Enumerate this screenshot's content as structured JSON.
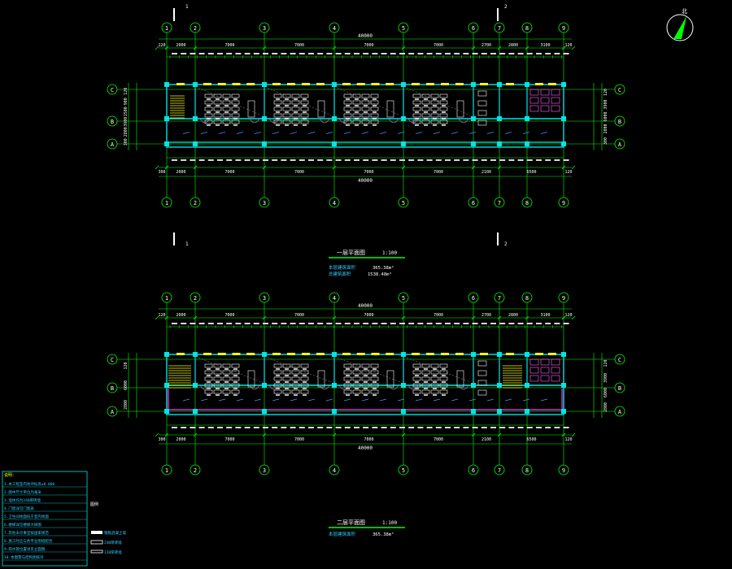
{
  "colors": {
    "background": "#000000",
    "dimension": "#00ff00",
    "grid_axis": "#00ff00",
    "wall": "#00e5e5",
    "window": "#ffff00",
    "furniture": "#ffffff",
    "door": "#ff66ff",
    "corridor_rail": "#ff33ff",
    "note": "#33ccff",
    "title": "#ffffff"
  },
  "drawing": {
    "north_arrow_label": "北",
    "section_marks": [
      "1",
      "2"
    ]
  },
  "plans": [
    {
      "id": "upper",
      "grid_columns": [
        "1",
        "2",
        "3",
        "4",
        "5",
        "6",
        "7",
        "8",
        "9"
      ],
      "grid_rows": [
        "C",
        "B",
        "A"
      ],
      "overall_dimension": "40000",
      "top_bay_dimensions": [
        "120",
        "2000",
        "7000",
        "7000",
        "7000",
        "7000",
        "2700",
        "2800",
        "3100",
        "120"
      ],
      "bottom_bay_dimensions": [
        "300",
        "2000",
        "7000",
        "7000",
        "7000",
        "7000",
        "2100",
        "6500",
        "120"
      ],
      "left_dimensions": [
        "120",
        "900",
        "1500",
        "3900",
        "2800",
        "300"
      ],
      "right_dimensions": [
        "120",
        "3900",
        "6000",
        "2800",
        "300"
      ],
      "title": "一层平面图",
      "scale": "1:100",
      "area_lines": [
        {
          "label": "本层建筑面积",
          "value": "365.38m²"
        },
        {
          "label": "总建筑面积",
          "value": "1538.48m²"
        }
      ]
    },
    {
      "id": "lower",
      "grid_columns": [
        "1",
        "2",
        "3",
        "4",
        "5",
        "6",
        "7",
        "8",
        "9"
      ],
      "grid_rows": [
        "C",
        "B",
        "A"
      ],
      "overall_dimension": "40000",
      "top_bay_dimensions": [
        "120",
        "2000",
        "7000",
        "7000",
        "7000",
        "7000",
        "2700",
        "2800",
        "3100",
        "120"
      ],
      "bottom_bay_dimensions": [
        "300",
        "2000",
        "7000",
        "7000",
        "7000",
        "7000",
        "2100",
        "6500",
        "120"
      ],
      "left_dimensions": [
        "120",
        "6000",
        "2800"
      ],
      "right_dimensions": [
        "120",
        "3900",
        "6000",
        "2800"
      ],
      "title": "二层平面图",
      "scale": "1:100",
      "area_lines": [
        {
          "label": "本层建筑面积",
          "value": "365.38m²"
        }
      ]
    }
  ],
  "notes": {
    "heading": "说明：",
    "lines": [
      "1.本工程室内地坪标高±0.000",
      "2.图中尺寸单位为毫米",
      "3.墙体均为240厚砖墙",
      "4.门窗详见门窗表",
      "5.卫生间地面低于室内地面",
      "6.楼梯详见楼梯大样图",
      "7.其他未尽事宜按国家规范",
      "8.施工时应与各专业图纸配合",
      "9.雨水管位置详见立面图",
      "10.本图需与结构图核对"
    ]
  },
  "legend": {
    "heading": "图例",
    "items": [
      {
        "label": "钢筋混凝土墙"
      },
      {
        "label": "240厚砖墙"
      },
      {
        "label": "120厚砖墙"
      }
    ]
  }
}
